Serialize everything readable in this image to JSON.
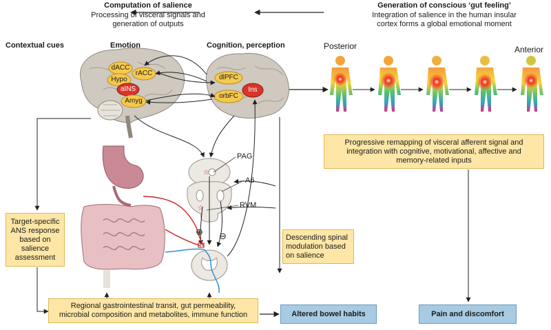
{
  "header": {
    "left_title": "Computation of salience",
    "left_line1": "Processing of visceral signals and",
    "left_line2": "generation of outputs",
    "right_title": "Generation of conscious ‘gut feeling’",
    "right_line1": "Integration of salience in the human insular",
    "right_line2": "cortex forms a global emotional moment"
  },
  "columns": {
    "contextual": "Contextual cues",
    "emotion": "Emotion",
    "cognition": "Cognition, perception",
    "posterior": "Posterior",
    "anterior": "Anterior"
  },
  "brain_labels": {
    "dacc": "dACC",
    "racc": "rACC",
    "hypo": "Hypo",
    "ains": "aINS",
    "amyg": "Amyg",
    "dlpfc": "dlPFC",
    "ins": "Ins",
    "orbfc": "orbFC"
  },
  "spinal_labels": {
    "pag": "PAG",
    "a6": "A6",
    "rvm": "RVM",
    "plus": "⊕",
    "minus": "⊖"
  },
  "boxes": {
    "remapping_1": "Progressive remapping of visceral afferent signal and",
    "remapping_2": "integration with cognitive, motivational, affective and",
    "remapping_3": "memory-related inputs",
    "ans_1": "Target-specific",
    "ans_2": "ANS response",
    "ans_3": "based on",
    "ans_4": "salience",
    "ans_5": "assessment",
    "descending_1": "Descending spinal",
    "descending_2": "modulation based",
    "descending_3": "on salience",
    "regional_1": "Regional gastrointestinal transit, gut permeability,",
    "regional_2": "microbial composition and metabolites, immune function",
    "bowel": "Altered bowel habits",
    "pain": "Pain and discomfort"
  },
  "colors": {
    "yellow_box": "#fde6a6",
    "blue_box": "#a8cbe4",
    "brain_gray": "#cfc9bf",
    "label_oval": "#f6c94e",
    "insula_red": "#d9352a",
    "afferent_red": "#d42a2a",
    "efferent_blue": "#2b8fd0",
    "gut_pink": "#c98a95"
  }
}
